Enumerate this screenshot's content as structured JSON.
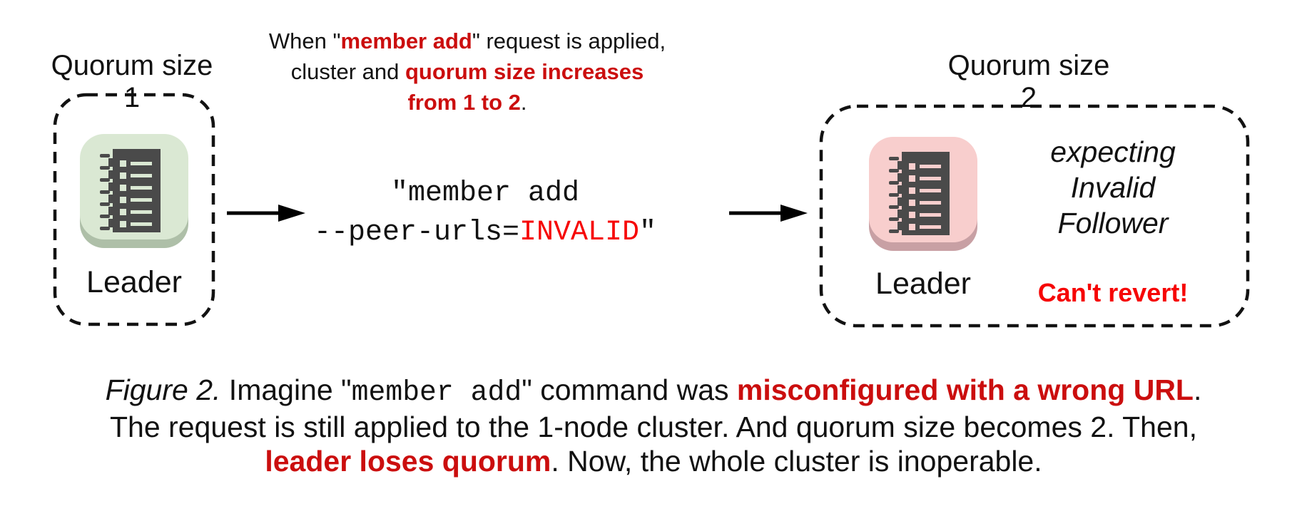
{
  "colors": {
    "red_bold": "#cb0e0e",
    "red_bright": "#f60505",
    "node_green": "#dae8d3",
    "node_green_lip": "#aebfa8",
    "node_pink": "#f8cecd",
    "node_pink_lip": "#c8a0a4",
    "icon_dark": "#4a4a4a",
    "line_black": "#121212"
  },
  "icons": {
    "node_icon": "etcd-server-ledger-icon",
    "arrow_icon": "right-arrow-icon",
    "boundary": "dashed-cluster-boundary"
  },
  "left_cluster": {
    "title": "Quorum size 1",
    "node_label": "Leader"
  },
  "right_cluster": {
    "title": "Quorum size 2",
    "node_label": "Leader",
    "status_lines": [
      "expecting",
      "Invalid",
      "Follower"
    ],
    "warning": "Can't revert!"
  },
  "annotation": {
    "lines": [
      [
        {
          "t": "When \""
        },
        {
          "t": "member add",
          "c": "rb"
        },
        {
          "t": "\" request is applied,"
        }
      ],
      [
        {
          "t": "cluster and "
        },
        {
          "t": "quorum size increases",
          "c": "rb"
        }
      ],
      [
        {
          "t": "from 1 to 2",
          "c": "rb"
        },
        {
          "t": "."
        }
      ]
    ]
  },
  "command": {
    "lines": [
      [
        {
          "t": "\"member add"
        }
      ],
      [
        {
          "t": "--peer-urls="
        },
        {
          "t": "INVALID",
          "c": "r"
        },
        {
          "t": "\""
        }
      ]
    ]
  },
  "caption": {
    "lines": [
      [
        {
          "t": "Figure 2.",
          "c": "i"
        },
        {
          "t": " Imagine \""
        },
        {
          "t": "member add",
          "c": "m"
        },
        {
          "t": "\" command was "
        },
        {
          "t": "misconfigured with a wrong URL",
          "c": "rb"
        },
        {
          "t": "."
        }
      ],
      [
        {
          "t": "The request is still applied to the 1-node cluster. And quorum size becomes 2. Then,"
        }
      ],
      [
        {
          "t": "leader loses quorum",
          "c": "rb"
        },
        {
          "t": ". Now, the whole cluster is inoperable."
        }
      ]
    ]
  }
}
